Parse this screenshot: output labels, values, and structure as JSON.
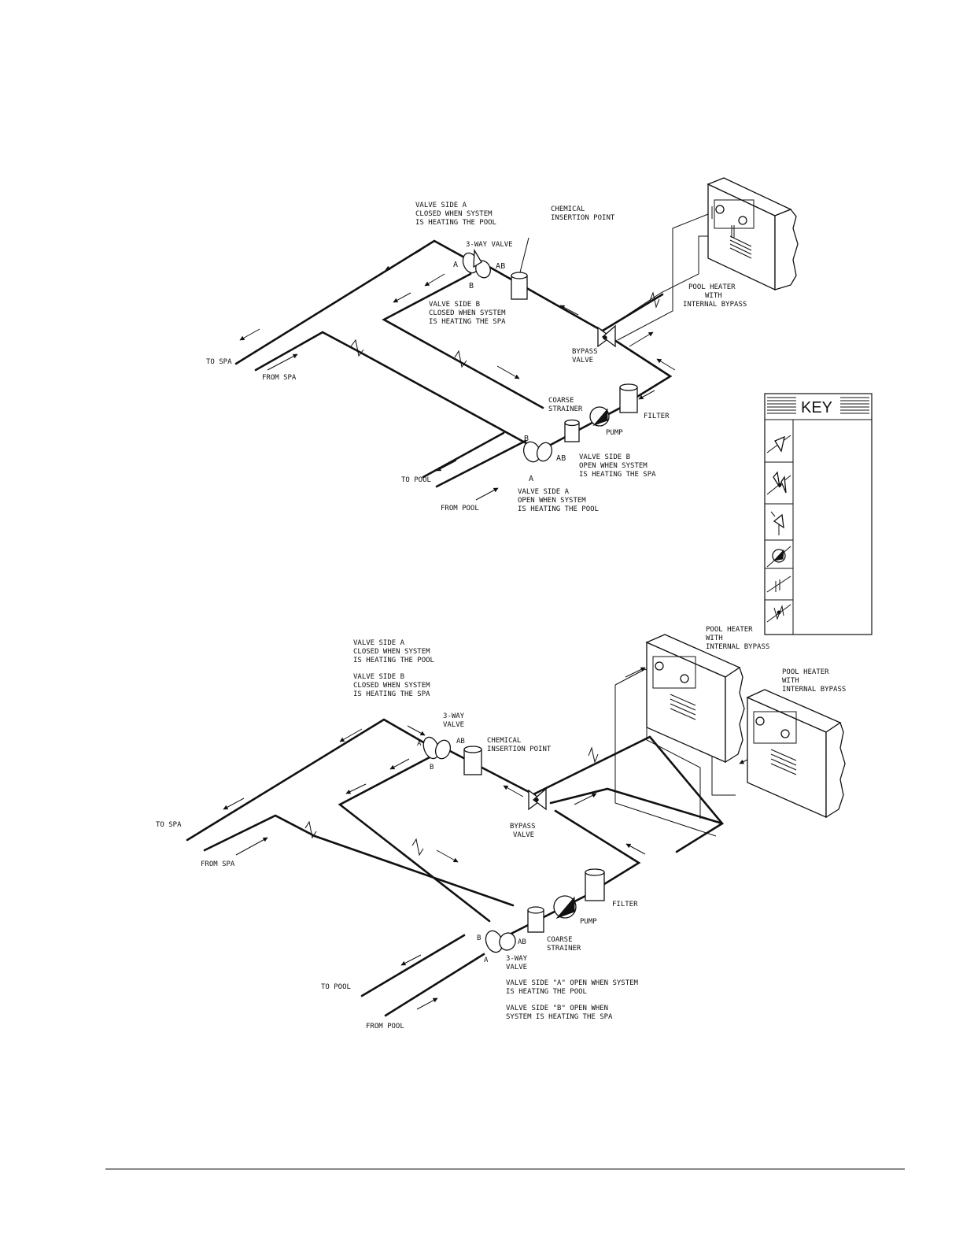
{
  "key": {
    "title": "KEY",
    "symbols": [
      "check-valve",
      "bypass-valve",
      "pressure-relief-valve",
      "pump",
      "union",
      "gate-valve"
    ]
  },
  "top": {
    "valve_side_a_closed": [
      "VALVE SIDE A",
      "CLOSED WHEN SYSTEM",
      "IS HEATING THE POOL"
    ],
    "chemical": [
      "CHEMICAL",
      "INSERTION POINT"
    ],
    "three_way_valve": "3-WAY VALVE",
    "port_a": "A",
    "port_ab": "AB",
    "port_b": "B",
    "valve_side_b_closed": [
      "VALVE SIDE B",
      "CLOSED WHEN SYSTEM",
      "IS HEATING THE SPA"
    ],
    "pool_heater": [
      "POOL HEATER",
      "WITH",
      "INTERNAL BYPASS"
    ],
    "bypass_valve": [
      "BYPASS",
      "VALVE"
    ],
    "to_spa": "TO SPA",
    "from_spa": "FROM SPA",
    "coarse_strainer": [
      "COARSE",
      "STRAINER"
    ],
    "pump": "PUMP",
    "filter": "FILTER",
    "port_b2": "B",
    "port_ab2": "AB",
    "port_a2": "A",
    "valve_side_b_open": [
      "VALVE SIDE B",
      "OPEN WHEN SYSTEM",
      "IS HEATING THE SPA"
    ],
    "to_pool": "TO POOL",
    "valve_side_a_open": [
      "VALVE SIDE A",
      "OPEN WHEN SYSTEM",
      "IS HEATING THE POOL"
    ],
    "from_pool": "FROM POOL"
  },
  "bottom": {
    "valve_side_a_closed": [
      "VALVE SIDE A",
      "CLOSED WHEN SYSTEM",
      "IS HEATING THE POOL"
    ],
    "valve_side_b_closed": [
      "VALVE SIDE B",
      "CLOSED WHEN SYSTEM",
      "IS HEATING THE SPA"
    ],
    "pool_heater_1": [
      "POOL HEATER",
      "WITH",
      "INTERNAL BYPASS"
    ],
    "pool_heater_2": [
      "POOL HEATER",
      "WITH",
      "INTERNAL BYPASS"
    ],
    "three_way_valve": [
      "3-WAY",
      "VALVE"
    ],
    "chemical": [
      "CHEMICAL",
      "INSERTION POINT"
    ],
    "port_a": "A",
    "port_ab": "AB",
    "port_b": "B",
    "to_spa": "TO SPA",
    "from_spa": "FROM SPA",
    "bypass_valve": [
      "BYPASS",
      "VALVE"
    ],
    "filter": "FILTER",
    "pump": "PUMP",
    "coarse_strainer": [
      "COARSE",
      "STRAINER"
    ],
    "port_b2": "B",
    "port_ab2": "AB",
    "port_a2": "A",
    "three_way_valve_2": [
      "3-WAY",
      "VALVE"
    ],
    "valve_side_a_open": [
      "VALVE SIDE \"A\" OPEN WHEN SYSTEM",
      "IS HEATING THE POOL"
    ],
    "valve_side_b_open": [
      "VALVE SIDE \"B\" OPEN WHEN",
      "SYSTEM IS HEATING THE SPA"
    ],
    "to_pool": "TO POOL",
    "from_pool": "FROM POOL"
  }
}
